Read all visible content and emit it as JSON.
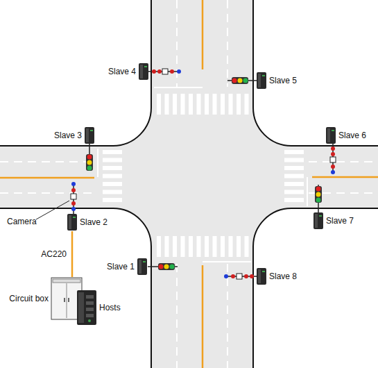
{
  "diagram": {
    "nodes": [
      {
        "text": [
          "Slave 4"
        ]
      },
      {
        "text": [
          "Slave 5"
        ]
      },
      {
        "text": [
          "Slave 3"
        ]
      },
      {
        "text": [
          "Slave 6"
        ]
      },
      {
        "text": [
          "Slave 2"
        ]
      },
      {
        "text": [
          "Slave 7"
        ]
      },
      {
        "text": [
          "Slave 1"
        ]
      },
      {
        "text": [
          "Slave 8"
        ]
      },
      {
        "text": [
          "Circuit box"
        ]
      },
      {
        "text": [
          "Hosts"
        ]
      }
    ],
    "edges": [
      {
        "from": 4,
        "to": 8,
        "arrow": "none",
        "label": "AC220"
      }
    ],
    "labels": [
      "Camera"
    ]
  }
}
